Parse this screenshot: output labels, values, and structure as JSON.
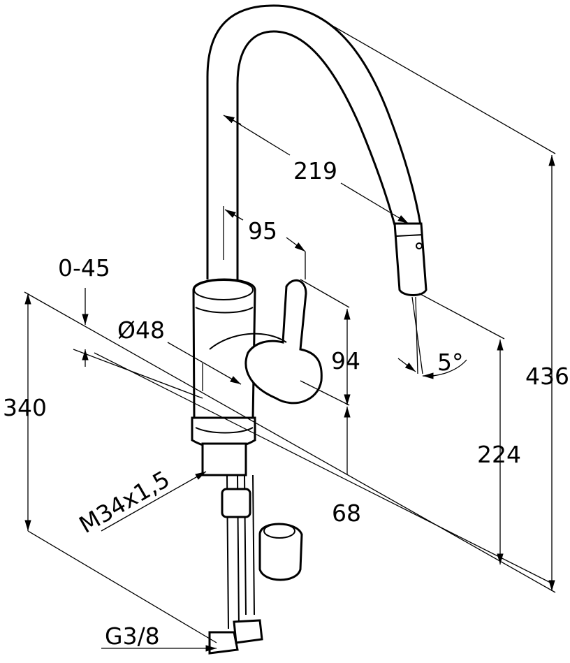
{
  "title": "Kitchen faucet with pull-out spray — dimension drawing",
  "dimensions": {
    "spout_reach": "219",
    "lever_offset": "95",
    "worktop_thickness": "0-45",
    "body_diameter": "Ø48",
    "lever_height": "94",
    "spray_angle": "5°",
    "total_height": "436",
    "below_worktop": "340",
    "spout_outlet_height": "224",
    "lever_base_height": "68",
    "thread": "M34x1,5",
    "connection": "G3/8"
  }
}
